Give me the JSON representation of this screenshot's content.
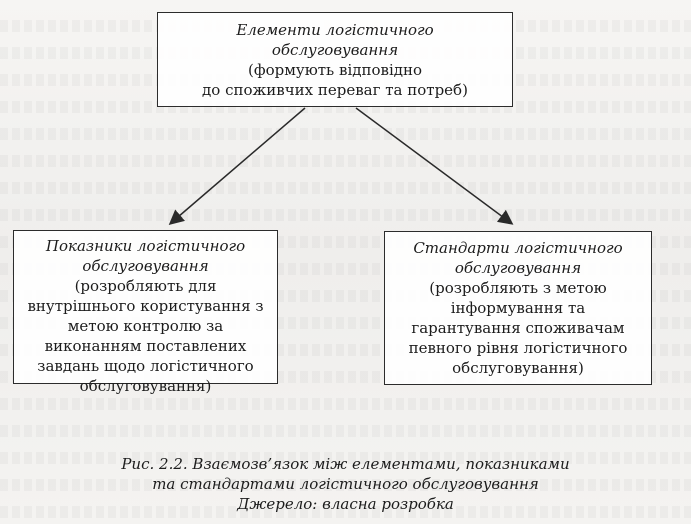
{
  "diagram": {
    "top_box": {
      "title_line1": "Елементи логістичного",
      "title_line2": "обслуговування",
      "desc_line1": "(формують відповідно",
      "desc_line2": "до споживчих переваг та потреб)"
    },
    "left_box": {
      "title_line1": "Показники логістичного",
      "title_line2": "обслуговування",
      "desc_line1": "(розробляють для",
      "desc_line2": "внутрішнього користування з",
      "desc_line3": "метою контролю за",
      "desc_line4": "виконанням поставлених",
      "desc_line5": "завдань щодо логістичного",
      "desc_line6": "обслуговування)"
    },
    "right_box": {
      "title_line1": "Стандарти логістичного",
      "title_line2": "обслуговування",
      "desc_line1": "(розробляють з метою",
      "desc_line2": "інформування та",
      "desc_line3": "гарантування споживачам",
      "desc_line4": "певного рівня логістичного",
      "desc_line5": "обслуговування)"
    }
  },
  "caption": {
    "line1": "Рис. 2.2. Взаємозв’язок між елементами, показниками",
    "line2": "та стандартами логістичного обслуговування",
    "line3": "Джерело: власна розробка"
  }
}
